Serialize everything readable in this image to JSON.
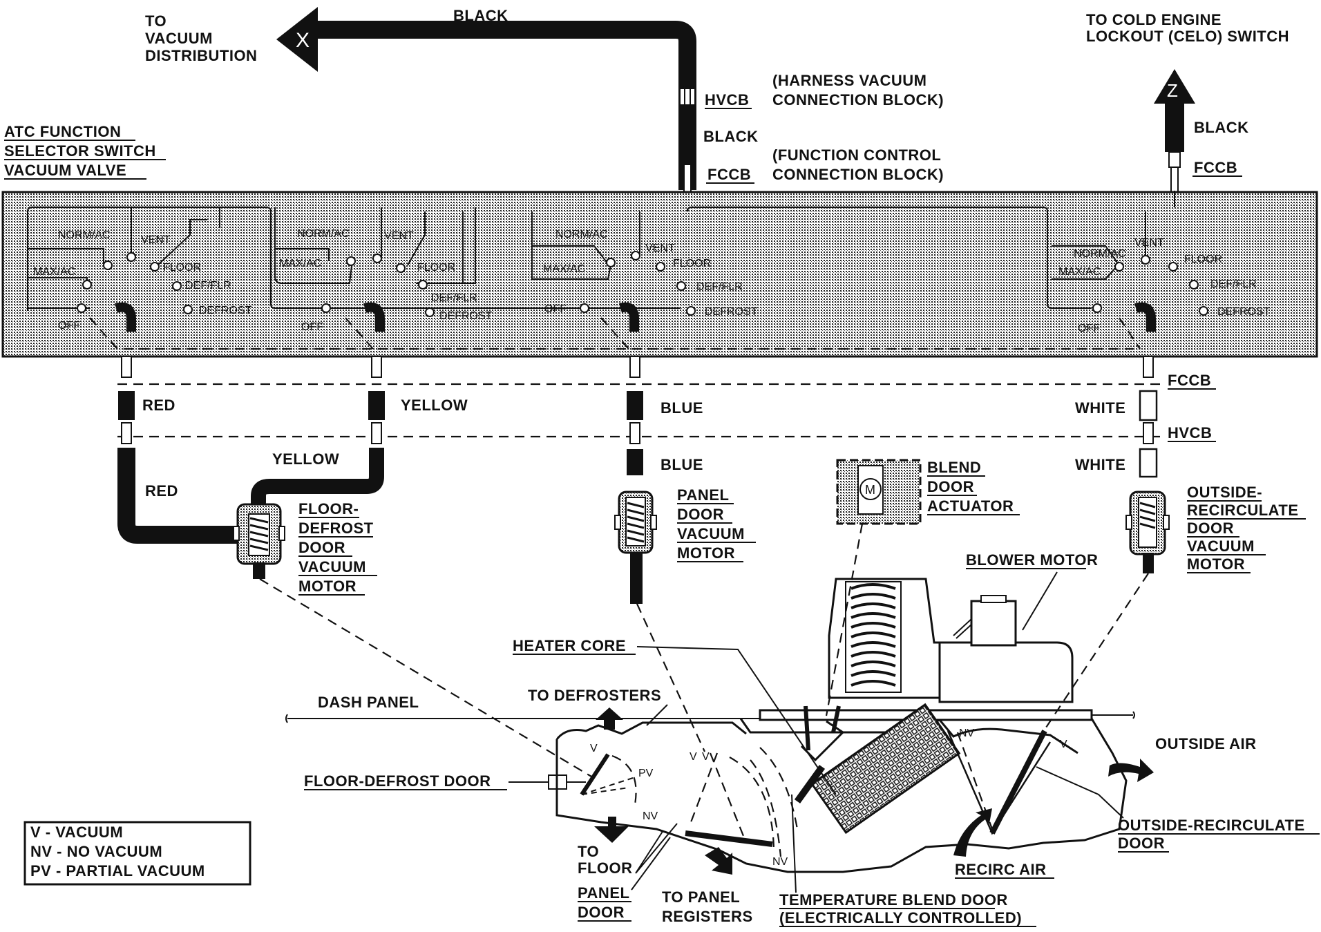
{
  "labels": {
    "to_vacuum": [
      "TO",
      "VACUUM",
      "DISTRIBUTION"
    ],
    "x_marker": "X",
    "z_marker": "Z",
    "black_top": "BLACK",
    "to_celo": [
      "TO COLD ENGINE",
      "LOCKOUT (CELO) SWITCH"
    ],
    "hvcb_top": "HVCB",
    "hvcb_desc": [
      "(HARNESS VACUUM",
      "CONNECTION BLOCK)"
    ],
    "black_mid": "BLACK",
    "fccb_top": "FCCB",
    "fccb_desc": [
      "(FUNCTION CONTROL",
      "CONNECTION BLOCK)"
    ],
    "black_right": "BLACK",
    "fccb_right": "FCCB",
    "atc_title": [
      "ATC FUNCTION",
      "SELECTOR SWITCH",
      "VACUUM VALVE"
    ],
    "red": "RED",
    "yellow": "YELLOW",
    "blue": "BLUE",
    "white": "WHITE",
    "fccb_lower": "FCCB",
    "hvcb_lower": "HVCB",
    "yellow_hose": "YELLOW",
    "red_hose": "RED",
    "blue_lower": "BLUE",
    "white_lower": "WHITE",
    "floor_defrost_motor": [
      "FLOOR-",
      "DEFROST",
      "DOOR",
      "VACUUM",
      "MOTOR"
    ],
    "panel_motor": [
      "PANEL",
      "DOOR",
      "VACUUM",
      "MOTOR"
    ],
    "blend_actuator": [
      "BLEND",
      "DOOR",
      "ACTUATOR"
    ],
    "actuator_m": "M",
    "outside_recirc_motor": [
      "OUTSIDE-",
      "RECIRCULATE",
      "DOOR",
      "VACUUM",
      "MOTOR"
    ],
    "blower_motor": "BLOWER MOTOR",
    "heater_core": "HEATER CORE",
    "to_defrosters": "TO DEFROSTERS",
    "dash_panel": "DASH PANEL",
    "outside_air": "OUTSIDE AIR",
    "floor_defrost_door": "FLOOR-DEFROST DOOR",
    "outside_recirc_door": [
      "OUTSIDE-RECIRCULATE",
      "DOOR"
    ],
    "recirc_air": "RECIRC AIR",
    "to_floor": [
      "TO",
      "FLOOR"
    ],
    "panel_door": [
      "PANEL",
      "DOOR"
    ],
    "to_panel_registers": [
      "TO PANEL",
      "REGISTERS"
    ],
    "temp_blend_door": [
      "TEMPERATURE BLEND DOOR",
      "(ELECTRICALLY CONTROLLED)"
    ],
    "legend": [
      "V - VACUUM",
      "NV - NO VACUUM",
      "PV - PARTIAL VACUUM"
    ],
    "v": "V",
    "nv": "NV",
    "pv": "PV",
    "valve_positions": {
      "norm_ac": "NORM/AC",
      "vent": "VENT",
      "max_ac": "MAX/AC",
      "floor": "FLOOR",
      "def_flr": "DEF/FLR",
      "defrost": "DEFROST",
      "off": "OFF"
    }
  }
}
